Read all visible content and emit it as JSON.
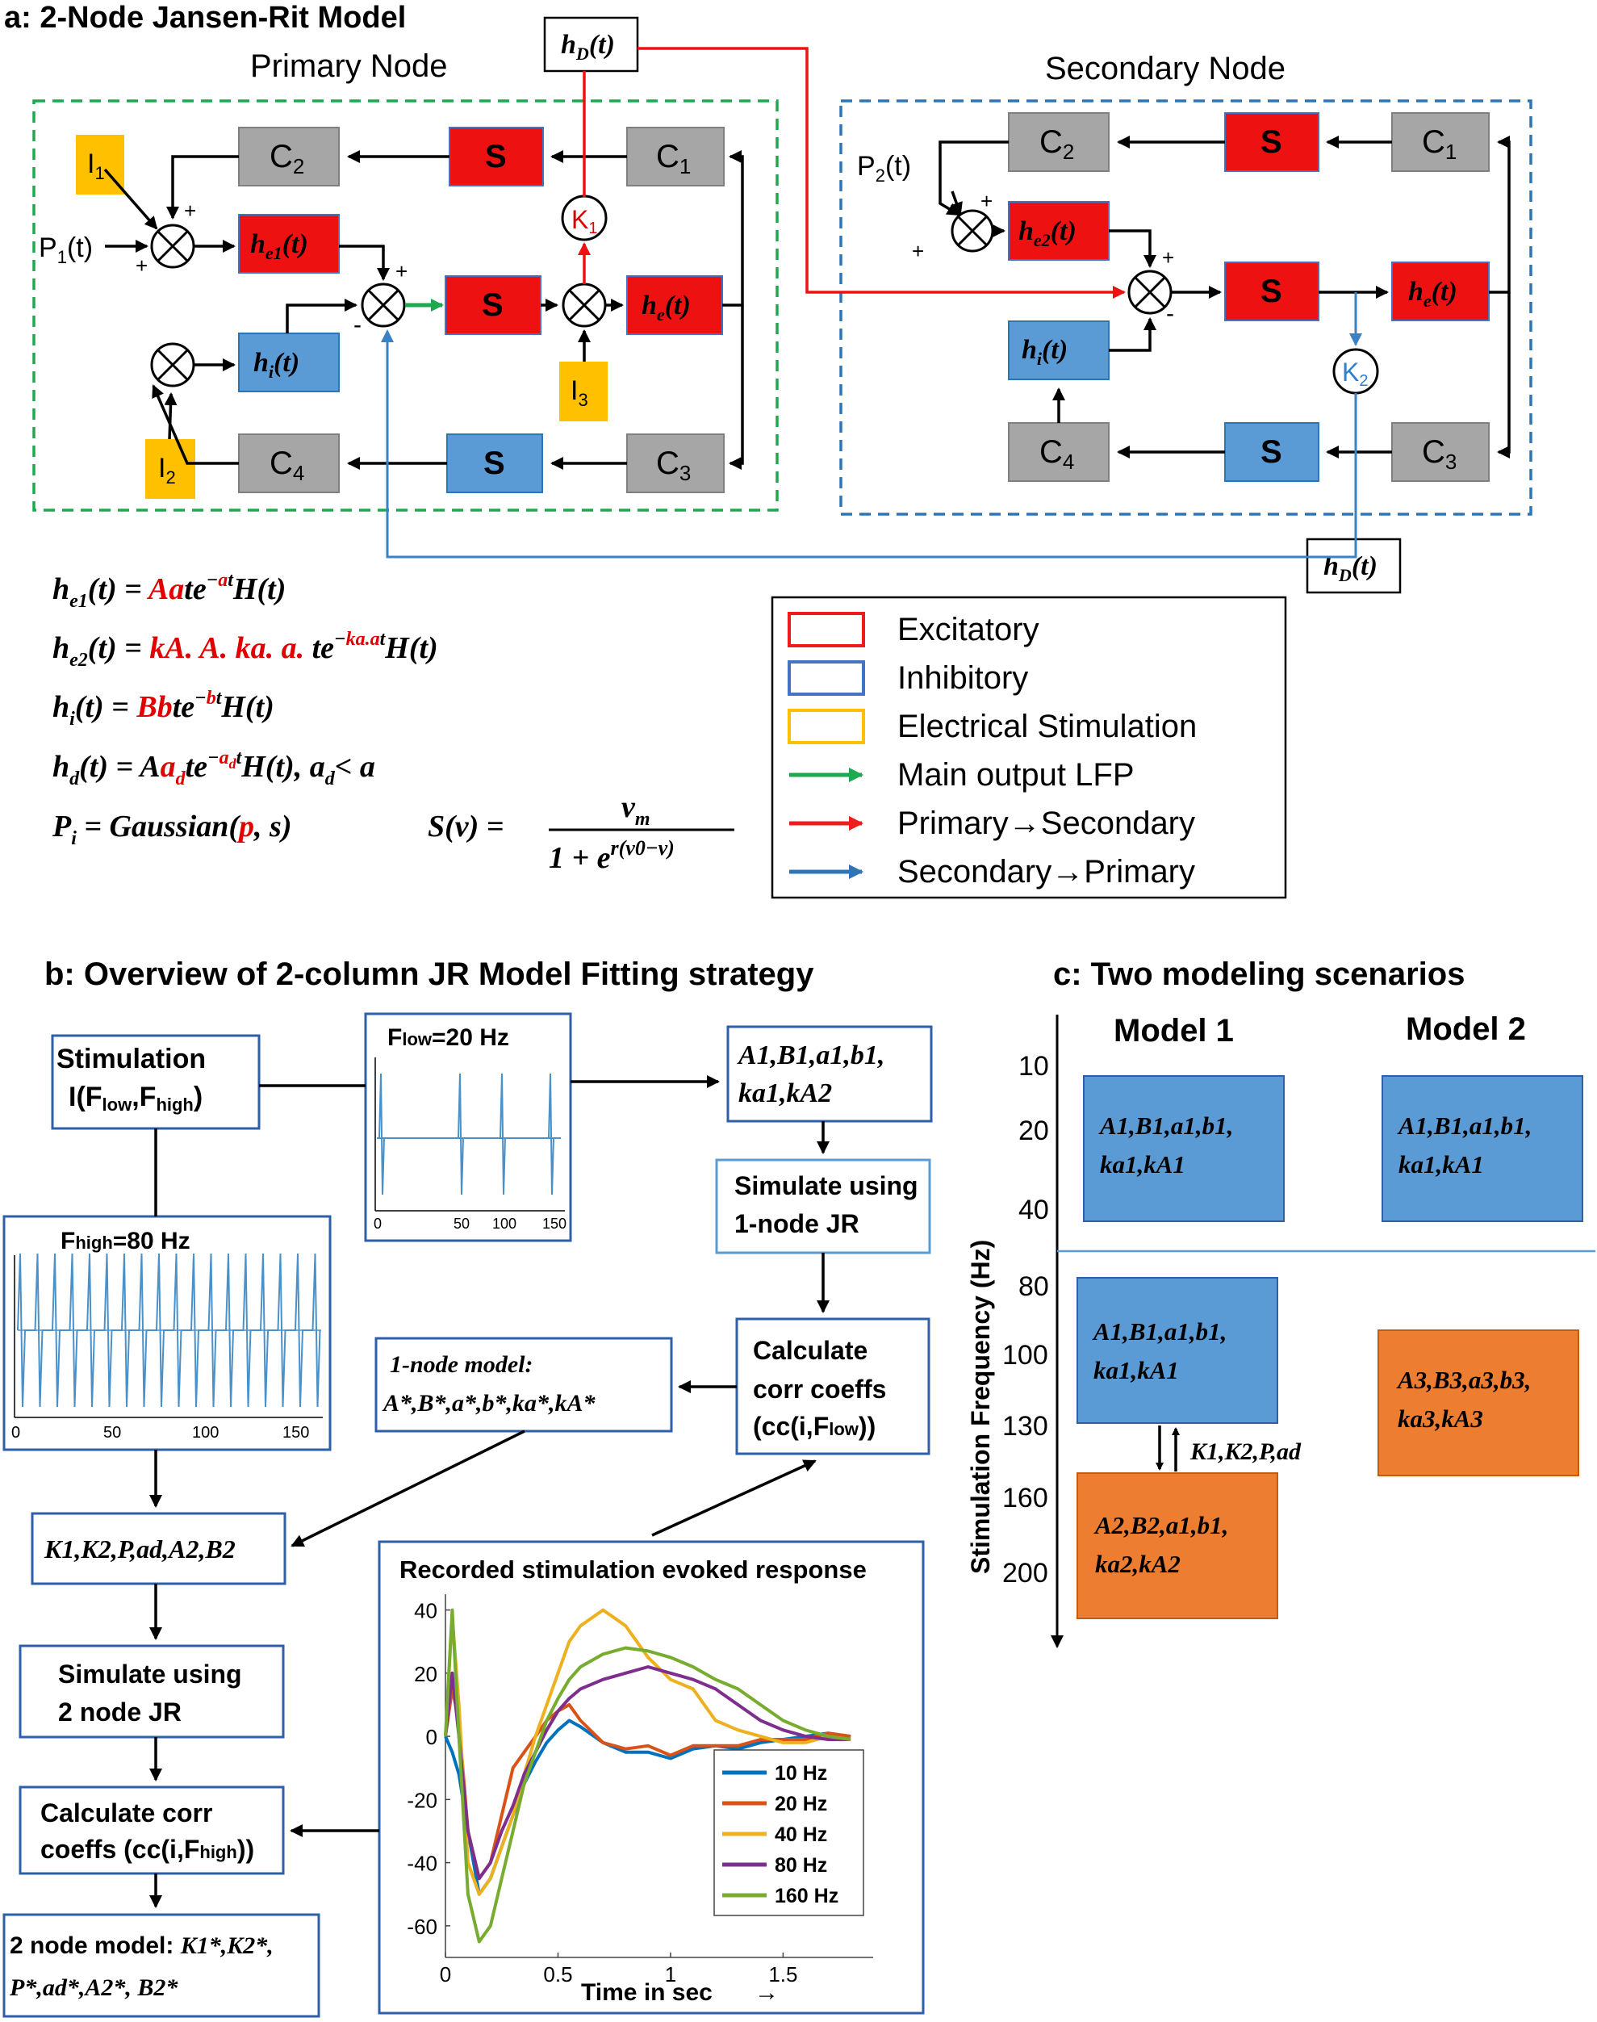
{
  "panel_a": {
    "title": "a: 2-Node Jansen-Rit Model",
    "primary_title": "Primary Node",
    "secondary_title": "Secondary Node",
    "hD_label": "h",
    "hD_sub": "D",
    "hD_tail": "(t)",
    "blocks": {
      "C1": "C",
      "C2": "C",
      "C3": "C",
      "C4": "C",
      "S": "S",
      "I": "I",
      "K": "K",
      "he1": "h",
      "he1_sub": "e1",
      "he2_sub": "e2",
      "he_sub": "e",
      "hi_sub": "i",
      "arg": "(t)",
      "P1": "P",
      "P_tail": "(t)"
    },
    "signs": {
      "plus": "+",
      "minus": "-"
    },
    "equations": [
      "h",
      "e1",
      "(t) = ",
      "Aa",
      "te",
      "−at",
      "H(t)"
    ],
    "eq_lines": {
      "eq1_pre": "(t) = ",
      "eq1_red": "Aa",
      "eq1_mid": "te",
      "eq1_exp": "−",
      "eq1_expr": "a",
      "eq1_expt": "t",
      "eq1_tail": "H(t)",
      "eq2_pre": "(t) = ",
      "eq2_red": "kA. A. ka. a.",
      "eq2_mid": " te",
      "eq2_exp": "−",
      "eq2_expr": "ka.a",
      "eq2_expt": "t",
      "eq2_tail": "H(t)",
      "eq3_pre": "(t) = ",
      "eq3_red": "Bb",
      "eq3_mid": "te",
      "eq3_exp": "−",
      "eq3_expr": "b",
      "eq3_expt": "t",
      "eq3_tail": "H(t)",
      "eq4_pre": "(t) = A",
      "eq4_red": "a",
      "eq4_redsub": "d",
      "eq4_mid": "te",
      "eq4_exp": "−",
      "eq4_expr": "a",
      "eq4_exprsub": "d",
      "eq4_expt": "t",
      "eq4_tail": "H(t), a",
      "eq4_tailsub": "d",
      "eq4_end": "< a",
      "eq5_pre": "P",
      "eq5_sub": "i",
      "eq5_mid": " = Gaussian(",
      "eq5_red": "p",
      "eq5_end": ", s)",
      "eq6_lhs": "S(v) =",
      "eq6_num": "v",
      "eq6_numsub": "m",
      "eq6_den": "1 + e",
      "eq6_exp": "r(v0−v)"
    },
    "legend": [
      {
        "label": "Excitatory",
        "color": "#ee1c1c",
        "kind": "box"
      },
      {
        "label": "Inhibitory",
        "color": "#4472c4",
        "kind": "box"
      },
      {
        "label": "Electrical Stimulation",
        "color": "#ffc000",
        "kind": "box"
      },
      {
        "label": "Main output LFP",
        "color": "#1fa84f",
        "kind": "arrow"
      },
      {
        "label": "Primary→Secondary",
        "color": "#ee1c1c",
        "kind": "arrow"
      },
      {
        "label": "Secondary→Primary",
        "color": "#2e75b6",
        "kind": "arrow"
      }
    ]
  },
  "panel_b": {
    "title": "b: Overview of 2-column JR Model Fitting strategy",
    "stim_line1": "Stimulation",
    "stim_line2": "I(F",
    "stim_sub1": "low",
    "stim_comma": ",F",
    "stim_sub2": "high",
    "stim_end": ")",
    "flow_label": "F",
    "flow_sub": "low",
    "flow_val": "=20 Hz",
    "fhigh_label": "F",
    "fhigh_sub": "high",
    "fhigh_val": "=80 Hz",
    "params_top_1": "A",
    "params_top": "A1,B1,a1,b1,",
    "params_top2": "ka1,kA2",
    "sim1_l1": "Simulate using",
    "sim1_l2": "1-node JR",
    "calc1_l1": "Calculate",
    "calc1_l2": "corr coeffs",
    "calc1_l3": "(cc(i,F",
    "calc1_sub": "low",
    "calc1_end": "))",
    "onenode_l1": "1-node model:",
    "onenode_l2": "A*,B*,a*,b*,ka*,kA*",
    "k_params": "K1,K2,P,ad,A2,B2",
    "sim2_l1": "Simulate using",
    "sim2_l2": "2 node JR",
    "calc2_l1": "Calculate corr",
    "calc2_l2": "coeffs (cc(i,F",
    "calc2_sub": "high",
    "calc2_end": "))",
    "twonode_l1a": "2 node model: ",
    "twonode_l1b": "K1*,K2*,",
    "twonode_l2": "P*,ad*,A2*, B2*",
    "rec_title": "Recorded stimulation evoked response",
    "rec_xlabel": "Time in sec",
    "rec_xlabel_arrow": "→",
    "flow_ticks": [
      "0",
      "50",
      "100",
      "150"
    ],
    "fhigh_ticks": [
      "0",
      "50",
      "100",
      "150"
    ]
  },
  "panel_c": {
    "title": "c: Two modeling scenarios",
    "model1": "Model 1",
    "model2": "Model 2",
    "ylabel": "Stimulation Frequency (Hz)",
    "ticks": [
      "10",
      "20",
      "40",
      "80",
      "100",
      "130",
      "160",
      "200"
    ],
    "box1_l1": "A1,B1,a1,b1,",
    "box1_l2": "ka1,kA1",
    "box2_l1": "A1,B1,a1,b1,",
    "box2_l2": "ka1,kA1",
    "box3_l1": "A1,B1,a1,b1,",
    "box3_l2": "ka1,kA1",
    "box4_l1": "A3,B3,a3,b3,",
    "box4_l2": "ka3,kA3",
    "box5_l1": "A2,B2,a1,b1,",
    "box5_l2": "ka2,kA2",
    "link_label": "K1,K2,P,ad",
    "blue": "#5b9bd5",
    "orange": "#ed7d31"
  },
  "chart_data": {
    "type": "line",
    "title": "Recorded stimulation evoked response",
    "xlabel": "Time in sec",
    "ylabel": "",
    "xlim": [
      0,
      1.9
    ],
    "ylim": [
      -70,
      45
    ],
    "xticks": [
      0,
      0.5,
      1,
      1.5
    ],
    "yticks": [
      40,
      20,
      0,
      -20,
      -40,
      -60
    ],
    "legend_position": "bottom-right",
    "series": [
      {
        "name": "10 Hz",
        "color": "#0072bd",
        "x": [
          0,
          0.03,
          0.06,
          0.1,
          0.15,
          0.2,
          0.25,
          0.3,
          0.35,
          0.4,
          0.45,
          0.5,
          0.55,
          0.6,
          0.7,
          0.8,
          0.9,
          1.0,
          1.1,
          1.2,
          1.3,
          1.4,
          1.5,
          1.6,
          1.7,
          1.8
        ],
        "y": [
          0,
          -5,
          -12,
          -30,
          -50,
          -45,
          -35,
          -25,
          -15,
          -8,
          -2,
          2,
          5,
          3,
          -2,
          -5,
          -5,
          -7,
          -4,
          -3,
          -4,
          -2,
          -1,
          0,
          1,
          0
        ]
      },
      {
        "name": "20 Hz",
        "color": "#d95319",
        "x": [
          0,
          0.03,
          0.06,
          0.1,
          0.15,
          0.2,
          0.25,
          0.3,
          0.35,
          0.4,
          0.45,
          0.5,
          0.55,
          0.6,
          0.7,
          0.8,
          0.9,
          1.0,
          1.1,
          1.2,
          1.3,
          1.4,
          1.5,
          1.6,
          1.7,
          1.8
        ],
        "y": [
          0,
          15,
          5,
          -30,
          -45,
          -40,
          -25,
          -10,
          -5,
          0,
          5,
          8,
          10,
          5,
          -2,
          -4,
          -3,
          -6,
          -3,
          -3,
          -3,
          -1,
          -1,
          -1,
          1,
          0
        ]
      },
      {
        "name": "40 Hz",
        "color": "#edb120",
        "x": [
          0,
          0.03,
          0.06,
          0.1,
          0.15,
          0.2,
          0.25,
          0.3,
          0.35,
          0.4,
          0.45,
          0.5,
          0.55,
          0.6,
          0.7,
          0.8,
          0.9,
          1.0,
          1.1,
          1.2,
          1.3,
          1.4,
          1.5,
          1.6,
          1.7,
          1.8
        ],
        "y": [
          0,
          38,
          10,
          -40,
          -50,
          -45,
          -35,
          -25,
          -12,
          0,
          10,
          20,
          30,
          35,
          40,
          35,
          25,
          18,
          15,
          5,
          2,
          0,
          -2,
          -2,
          0,
          -1
        ]
      },
      {
        "name": "80 Hz",
        "color": "#7e2f8e",
        "x": [
          0,
          0.03,
          0.06,
          0.1,
          0.15,
          0.2,
          0.25,
          0.3,
          0.35,
          0.4,
          0.45,
          0.5,
          0.55,
          0.6,
          0.7,
          0.8,
          0.9,
          1.0,
          1.1,
          1.2,
          1.3,
          1.4,
          1.5,
          1.6,
          1.7,
          1.8
        ],
        "y": [
          0,
          20,
          0,
          -30,
          -45,
          -40,
          -30,
          -22,
          -12,
          -5,
          2,
          8,
          12,
          15,
          18,
          20,
          22,
          20,
          18,
          15,
          10,
          5,
          2,
          0,
          -1,
          -1
        ]
      },
      {
        "name": "160 Hz",
        "color": "#77ac30",
        "x": [
          0,
          0.03,
          0.06,
          0.1,
          0.15,
          0.2,
          0.25,
          0.3,
          0.35,
          0.4,
          0.45,
          0.5,
          0.55,
          0.6,
          0.7,
          0.8,
          0.9,
          1.0,
          1.1,
          1.2,
          1.3,
          1.4,
          1.5,
          1.6,
          1.7,
          1.8
        ],
        "y": [
          0,
          40,
          0,
          -50,
          -65,
          -60,
          -45,
          -30,
          -15,
          -5,
          5,
          12,
          18,
          22,
          26,
          28,
          27,
          25,
          22,
          18,
          15,
          10,
          5,
          2,
          0,
          -1
        ]
      }
    ]
  }
}
